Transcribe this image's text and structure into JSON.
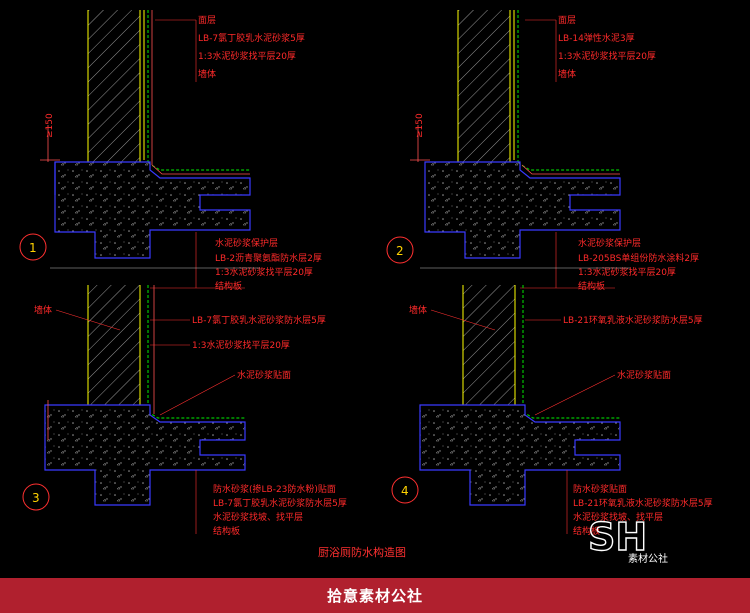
{
  "details": [
    {
      "number": "1",
      "labels_top": [
        "面层",
        "LB-7氯丁胶乳水泥砂浆5厚",
        "1:3水泥砂浆找平层20厚",
        "墙体"
      ],
      "labels_bottom": [
        "水泥砂浆保护层",
        "LB-2沥青聚氨酯防水层2厚",
        "1:3水泥砂浆找平层20厚",
        "结构板"
      ]
    },
    {
      "number": "2",
      "labels_top": [
        "面层",
        "LB-14弹性水泥3厚",
        "1:3水泥砂浆找平层20厚",
        "墙体"
      ],
      "labels_bottom": [
        "水泥砂浆保护层",
        "LB-205BS单组份防水涂料2厚",
        "1:3水泥砂浆找平层20厚",
        "结构板"
      ]
    },
    {
      "number": "3",
      "label_wall": "墙体",
      "labels_right": [
        "LB-7氯丁胶乳水泥砂浆防水层5厚",
        "1:3水泥砂浆找平层20厚",
        "水泥砂浆贴面"
      ],
      "labels_bottom": [
        "防水砂浆(掺LB-23防水粉)贴面",
        "LB-7氯丁胶乳水泥砂浆防水层5厚",
        "水泥砂浆找坡、找平层",
        "结构板"
      ]
    },
    {
      "number": "4",
      "label_wall": "墙体",
      "labels_right": [
        "LB-21环氧乳液水泥砂浆防水层5厚",
        "水泥砂浆贴面"
      ],
      "labels_bottom": [
        "防水砂浆贴面",
        "LB-21环氧乳液水泥砂浆防水层5厚",
        "水泥砂浆找坡、找平层",
        "结构板"
      ]
    }
  ],
  "dimension_label": "≥150",
  "drawing_title": "厨浴厕防水构造图",
  "watermark": {
    "logo": "SH",
    "text": "素材公社"
  },
  "footer_text": "拾意素材公社",
  "colors": {
    "background": "#000000",
    "annotation": "#ff2a2a",
    "wall": "#ffff00",
    "slab_outline": "#3a3aff",
    "insulation": "#00c000",
    "footer": "#b0202e"
  }
}
